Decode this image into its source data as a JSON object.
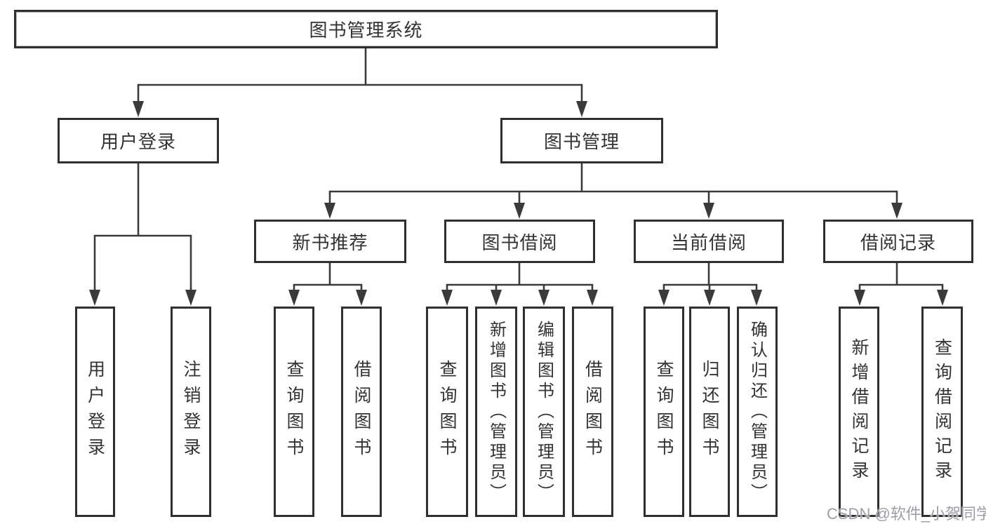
{
  "diagram": {
    "root": {
      "label": "图书管理系统"
    },
    "branches": [
      {
        "label": "用户登录",
        "children": [
          {
            "label": "用户登录"
          },
          {
            "label": "注销登录"
          }
        ]
      },
      {
        "label": "图书管理",
        "children": [
          {
            "label": "新书推荐",
            "children": [
              {
                "label": "查询图书"
              },
              {
                "label": "借阅图书"
              }
            ]
          },
          {
            "label": "图书借阅",
            "children": [
              {
                "label": "查询图书"
              },
              {
                "label": "新增图书（管理员）"
              },
              {
                "label": "编辑图书（管理员）"
              },
              {
                "label": "借阅图书"
              }
            ]
          },
          {
            "label": "当前借阅",
            "children": [
              {
                "label": "查询图书"
              },
              {
                "label": "归还图书"
              },
              {
                "label": "确认归还（管理员）"
              }
            ]
          },
          {
            "label": "借阅记录",
            "children": [
              {
                "label": "新增借阅记录"
              },
              {
                "label": "查询借阅记录"
              }
            ]
          }
        ]
      }
    ]
  },
  "watermark": {
    "text": "CSDN @软件_小贺同学"
  },
  "colors": {
    "background": "#ffffff",
    "line": "#3a3a3a",
    "box_border": "#2f2f2f",
    "box_fill": "#ffffff",
    "text": "#333333",
    "watermark": "#9b9ea6"
  }
}
